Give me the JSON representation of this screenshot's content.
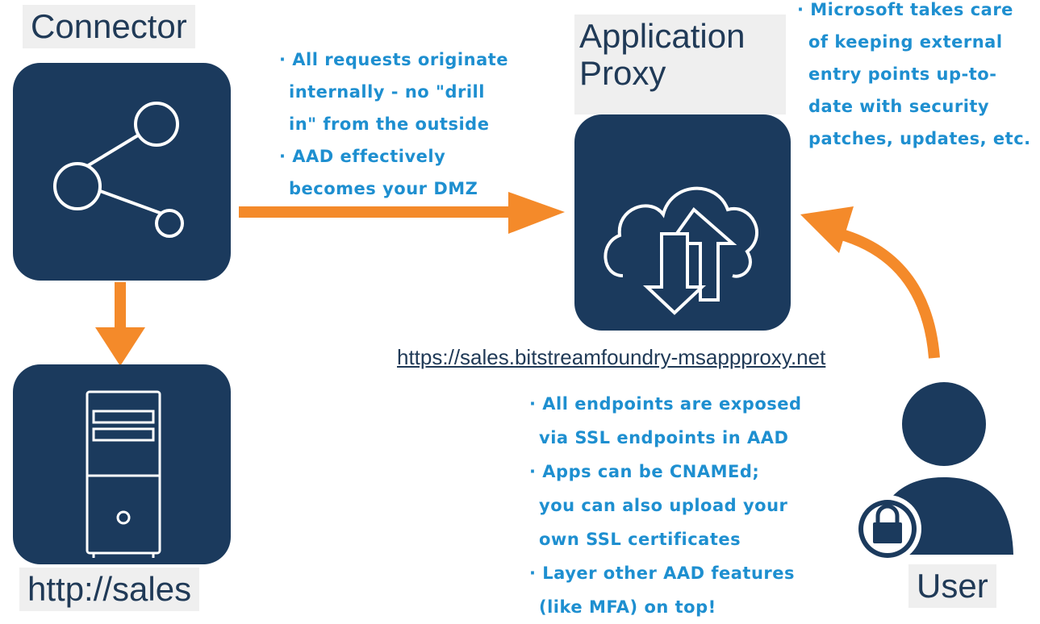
{
  "connector": {
    "title": "Connector",
    "icon": "share-icon"
  },
  "server": {
    "title": "http://sales",
    "icon": "server-tower-icon"
  },
  "app_proxy": {
    "title_line1": "Application",
    "title_line2": "Proxy",
    "icon": "cloud-upload-download-icon"
  },
  "user": {
    "title": "User",
    "icon": "user-lock-icon"
  },
  "url": "https://sales.bitstreamfoundry-msappproxy.net",
  "notes": {
    "connector_to_proxy": [
      "· All requests originate",
      "internally - no \"drill",
      "in\" from the outside",
      "· AAD effectively",
      "becomes your DMZ"
    ],
    "microsoft": [
      "· Microsoft takes care",
      "of keeping external",
      "entry points up-to-",
      "date with security",
      "patches, updates, etc."
    ],
    "endpoints": [
      "· All endpoints are exposed",
      "via SSL endpoints in AAD",
      "· Apps can be CNAMEd;",
      "you can also upload your",
      "own SSL certificates",
      "· Layer other AAD features",
      "(like MFA) on top!"
    ]
  },
  "colors": {
    "tile": "#1b3a5d",
    "arrow": "#f48a2a",
    "note": "#1e8fd0",
    "label_bg": "#efefef",
    "label_text": "#203a57"
  }
}
